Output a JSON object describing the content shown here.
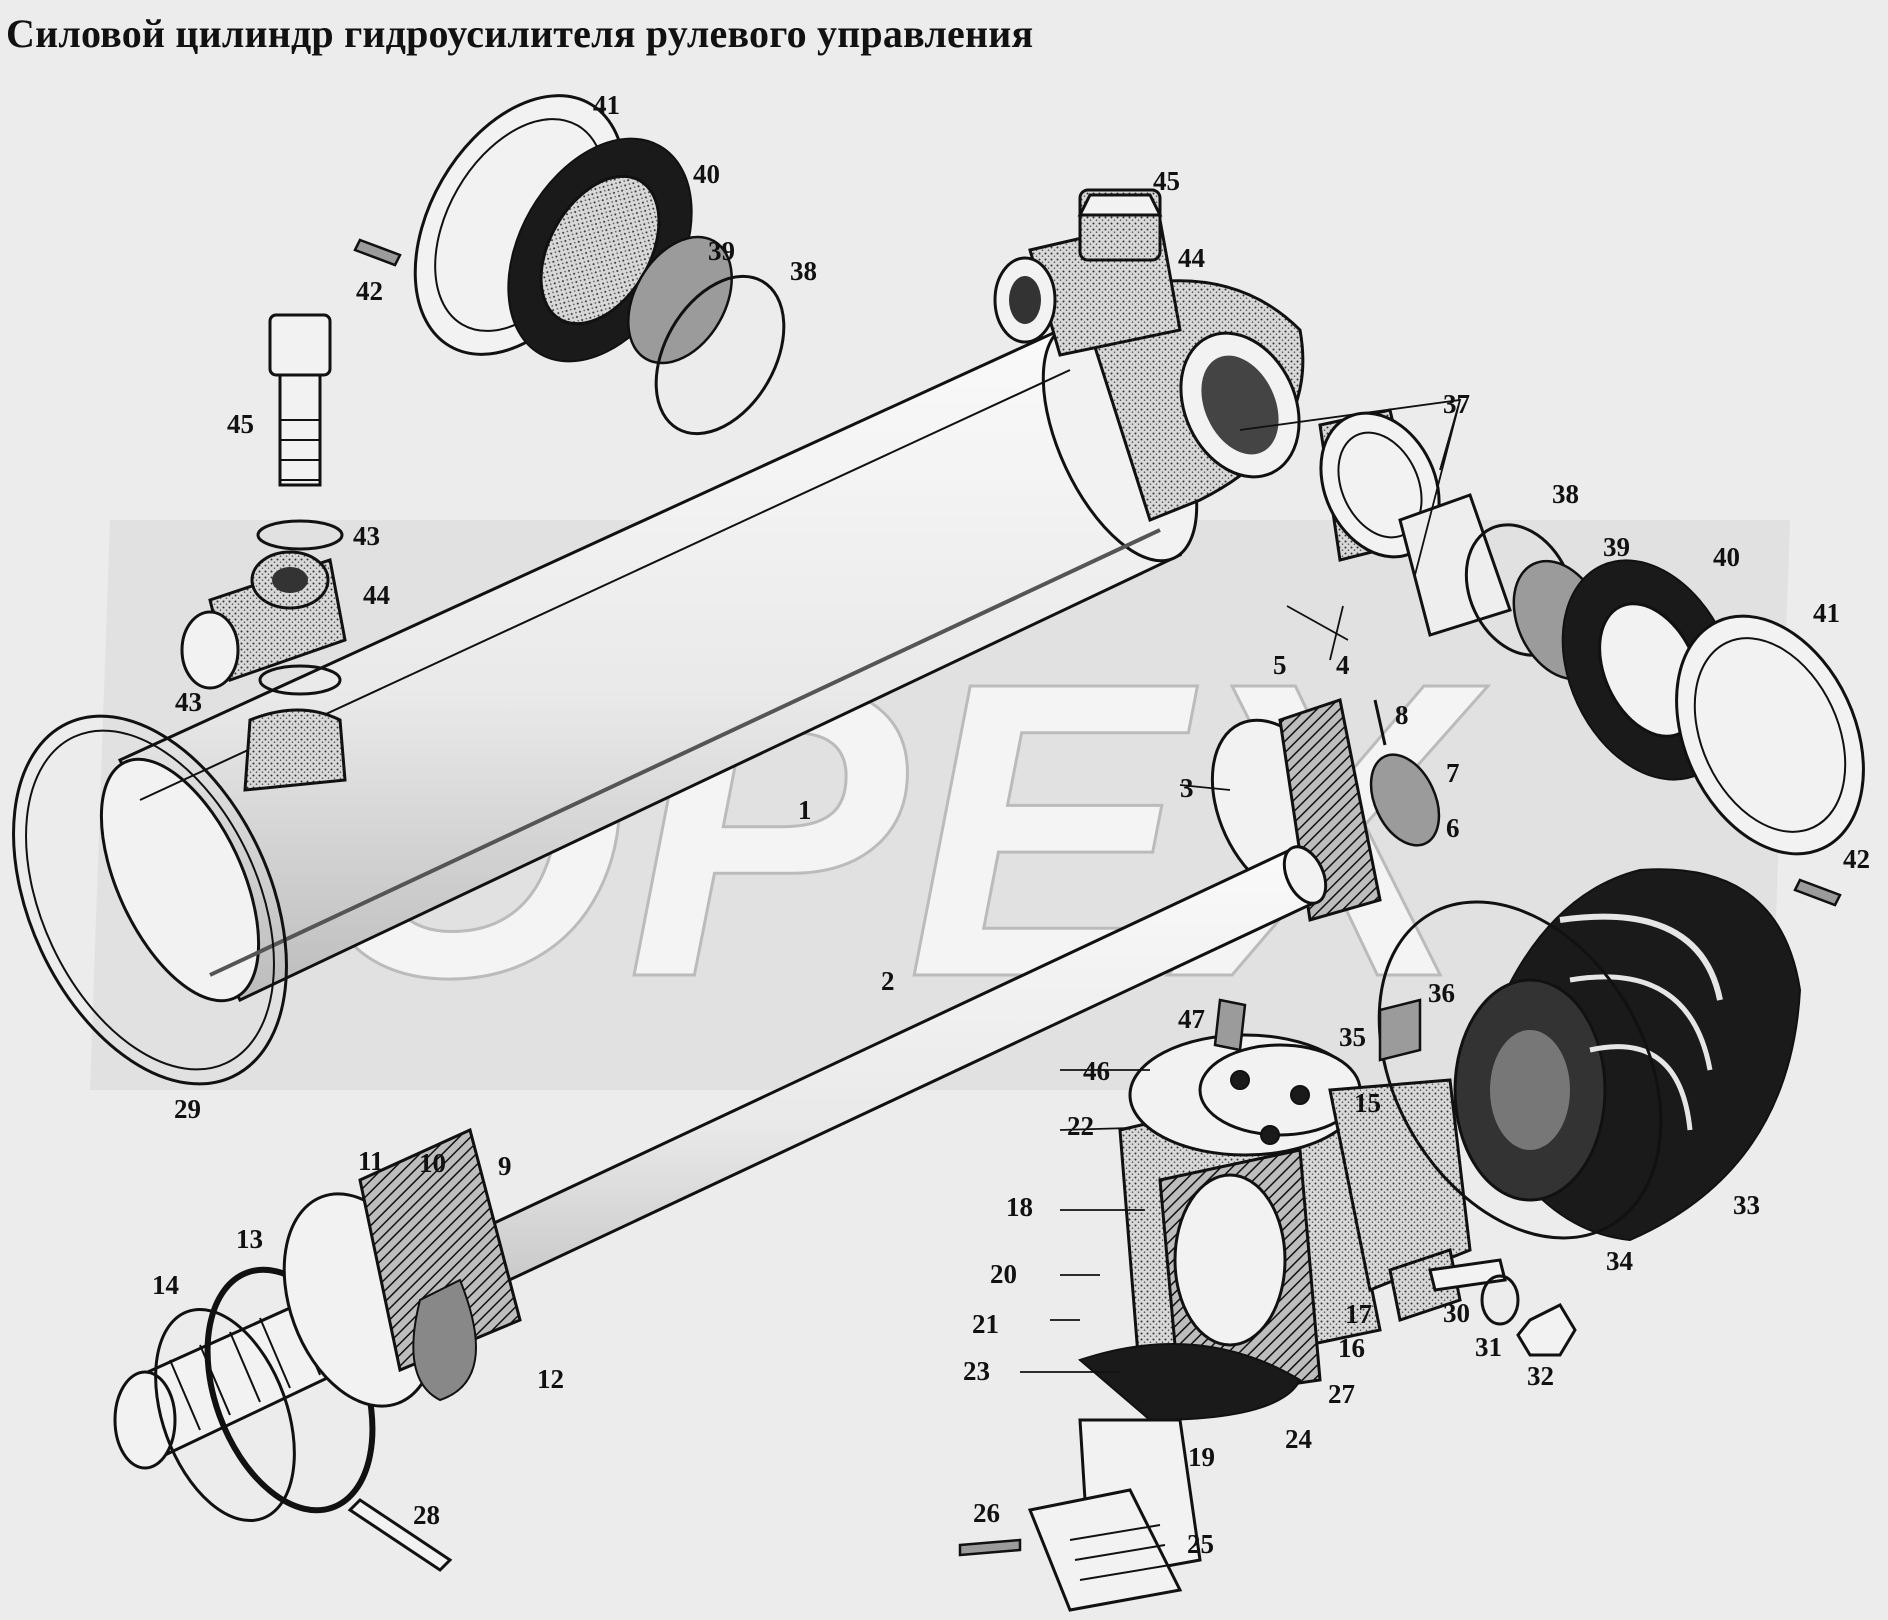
{
  "title": "Силовой цилиндр гидроусилителя рулевого управления",
  "watermark": "OPEX",
  "colors": {
    "background": "#ececec",
    "ink": "#111111",
    "watermark": "#d0d0d0"
  },
  "callouts": [
    {
      "id": "c41a",
      "label": "41"
    },
    {
      "id": "c40a",
      "label": "40"
    },
    {
      "id": "c39a",
      "label": "39"
    },
    {
      "id": "c38a",
      "label": "38"
    },
    {
      "id": "c42a",
      "label": "42"
    },
    {
      "id": "c45a",
      "label": "45"
    },
    {
      "id": "c44a",
      "label": "44"
    },
    {
      "id": "c45b",
      "label": "45"
    },
    {
      "id": "c43a",
      "label": "43"
    },
    {
      "id": "c44b",
      "label": "44"
    },
    {
      "id": "c43b",
      "label": "43"
    },
    {
      "id": "c37",
      "label": "37"
    },
    {
      "id": "c38b",
      "label": "38"
    },
    {
      "id": "c39b",
      "label": "39"
    },
    {
      "id": "c40b",
      "label": "40"
    },
    {
      "id": "c41b",
      "label": "41"
    },
    {
      "id": "c42b",
      "label": "42"
    },
    {
      "id": "c5",
      "label": "5"
    },
    {
      "id": "c4",
      "label": "4"
    },
    {
      "id": "c8",
      "label": "8"
    },
    {
      "id": "c7",
      "label": "7"
    },
    {
      "id": "c3",
      "label": "3"
    },
    {
      "id": "c6",
      "label": "6"
    },
    {
      "id": "c1",
      "label": "1"
    },
    {
      "id": "c2",
      "label": "2"
    },
    {
      "id": "c29",
      "label": "29"
    },
    {
      "id": "c36",
      "label": "36"
    },
    {
      "id": "c35",
      "label": "35"
    },
    {
      "id": "c47",
      "label": "47"
    },
    {
      "id": "c46",
      "label": "46"
    },
    {
      "id": "c15",
      "label": "15"
    },
    {
      "id": "c22",
      "label": "22"
    },
    {
      "id": "c33",
      "label": "33"
    },
    {
      "id": "c18",
      "label": "18"
    },
    {
      "id": "c34",
      "label": "34"
    },
    {
      "id": "c20",
      "label": "20"
    },
    {
      "id": "c17",
      "label": "17"
    },
    {
      "id": "c30",
      "label": "30"
    },
    {
      "id": "c21",
      "label": "21"
    },
    {
      "id": "c16",
      "label": "16"
    },
    {
      "id": "c31",
      "label": "31"
    },
    {
      "id": "c32",
      "label": "32"
    },
    {
      "id": "c23",
      "label": "23"
    },
    {
      "id": "c27",
      "label": "27"
    },
    {
      "id": "c24",
      "label": "24"
    },
    {
      "id": "c19",
      "label": "19"
    },
    {
      "id": "c26",
      "label": "26"
    },
    {
      "id": "c25",
      "label": "25"
    },
    {
      "id": "c11",
      "label": "11"
    },
    {
      "id": "c10",
      "label": "10"
    },
    {
      "id": "c9",
      "label": "9"
    },
    {
      "id": "c13",
      "label": "13"
    },
    {
      "id": "c14",
      "label": "14"
    },
    {
      "id": "c12",
      "label": "12"
    },
    {
      "id": "c28",
      "label": "28"
    }
  ]
}
